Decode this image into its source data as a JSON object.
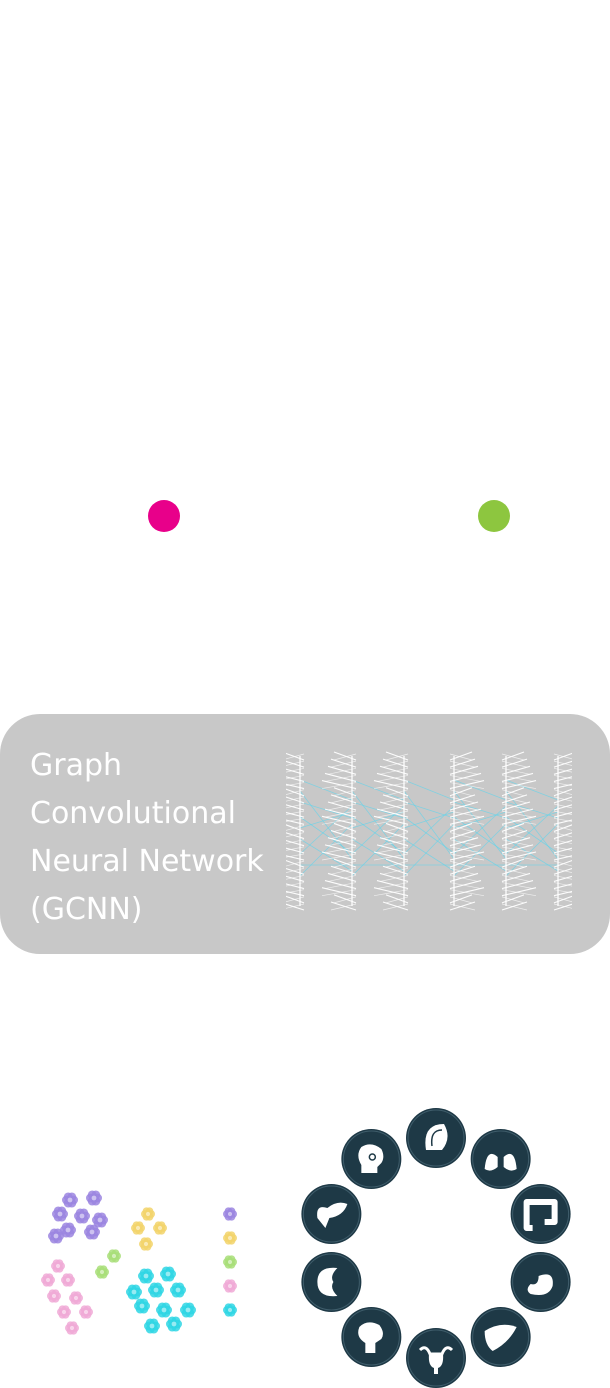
{
  "gcnn": {
    "line1": "Graph",
    "line2": "Convolutional",
    "line3": "Neural Network",
    "line4": "(GCNN)"
  },
  "colors": {
    "magenta": "#e8008a",
    "green": "#8dc63f",
    "panel": "#c8c8c8",
    "organ_bg": "#1e3946",
    "cell_purple": "#9b85e0",
    "cell_yellow": "#f2d46b",
    "cell_cyan": "#2fd6e4",
    "cell_pink": "#f0a9d6",
    "cell_lime": "#a8de78",
    "network_line": "#55d6f0"
  },
  "organs": [
    {
      "name": "breast-icon"
    },
    {
      "name": "lungs-icon"
    },
    {
      "name": "colon-icon"
    },
    {
      "name": "stomach-icon"
    },
    {
      "name": "liver-icon"
    },
    {
      "name": "uterus-icon"
    },
    {
      "name": "head-neck-icon"
    },
    {
      "name": "kidney-icon"
    },
    {
      "name": "pancreas-icon"
    },
    {
      "name": "brain-icon"
    }
  ]
}
